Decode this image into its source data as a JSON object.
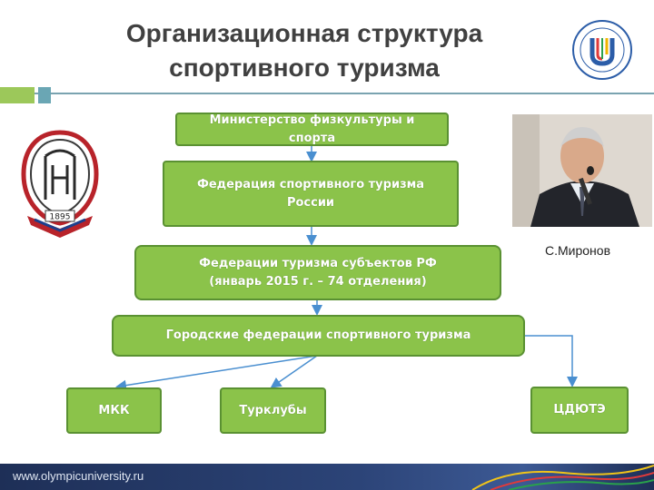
{
  "title": {
    "line1": "Организационная структура",
    "line2": "спортивного туризма"
  },
  "boxes": {
    "ministry": {
      "line1": "Министерство  физкультуры и",
      "line2": "спорта"
    },
    "federation": {
      "line1": "Федерация спортивного туризма",
      "line2": "России"
    },
    "regional": {
      "line1": "Федерации туризма субъектов РФ",
      "line2": "(январь 2015 г. – 74 отделения)"
    },
    "city": {
      "line1": "Городские федерации спортивного туризма"
    },
    "mkk": {
      "line1": "МКК"
    },
    "clubs": {
      "line1": "Турклубы"
    },
    "cdyute": {
      "line1": "ЦДЮТЭ"
    }
  },
  "photo": {
    "caption": "С.Миронов"
  },
  "emblem": {
    "year": "1895"
  },
  "footer": {
    "url": "www.olympicuniversity.ru"
  },
  "colors": {
    "box_fill": "#8bc34a",
    "box_border": "#5a9132",
    "arrow": "#4a8fd0",
    "footer": "#2c4478"
  }
}
